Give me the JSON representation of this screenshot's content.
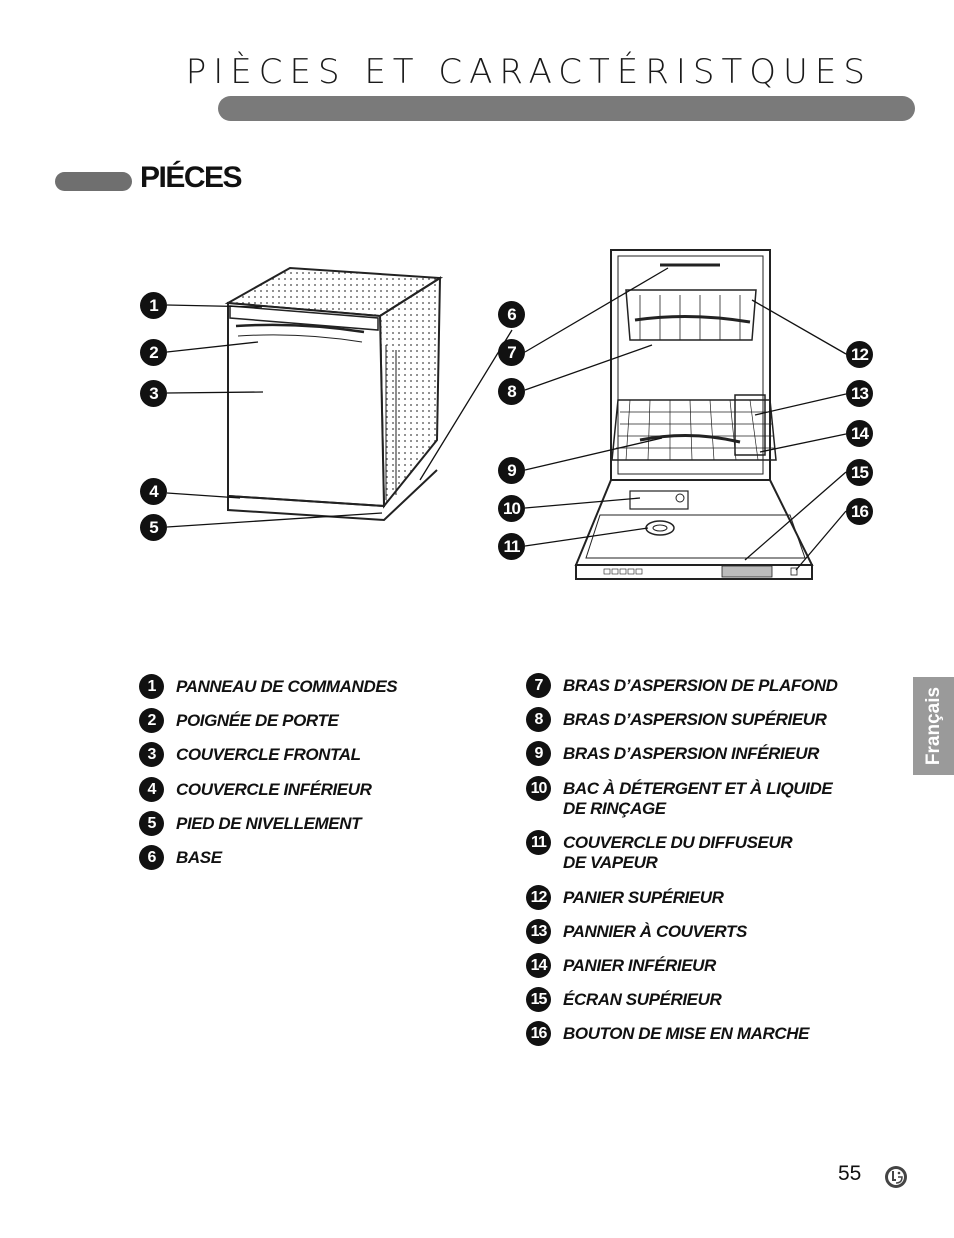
{
  "header": {
    "title": "PIÈCES ET CARACTÉRISTQUES"
  },
  "section": {
    "title": "PIÉCES"
  },
  "callouts": [
    "1",
    "2",
    "3",
    "4",
    "5",
    "6",
    "7",
    "8",
    "9",
    "10",
    "11",
    "12",
    "13",
    "14",
    "15",
    "16"
  ],
  "parts": [
    {
      "num": "1",
      "label": "PANNEAU DE COMMANDES"
    },
    {
      "num": "2",
      "label": "POIGNÉE DE PORTE"
    },
    {
      "num": "3",
      "label": "COUVERCLE FRONTAL"
    },
    {
      "num": "4",
      "label": "COUVERCLE INFÉRIEUR"
    },
    {
      "num": "5",
      "label": "PIED DE NIVELLEMENT"
    },
    {
      "num": "6",
      "label": "BASE"
    },
    {
      "num": "7",
      "label": "BRAS D’ASPERSION DE PLAFOND"
    },
    {
      "num": "8",
      "label": "BRAS D’ASPERSION SUPÉRIEUR"
    },
    {
      "num": "9",
      "label": "BRAS D’ASPERSION INFÉRIEUR"
    },
    {
      "num": "10",
      "label": "BAC À DÉTERGENT ET À LIQUIDE\nDE RINÇAGE"
    },
    {
      "num": "11",
      "label": "COUVERCLE DU DIFFUSEUR\nDE VAPEUR"
    },
    {
      "num": "12",
      "label": "PANIER SUPÉRIEUR"
    },
    {
      "num": "13",
      "label": "PANNIER À COUVERTS"
    },
    {
      "num": "14",
      "label": "PANIER INFÉRIEUR"
    },
    {
      "num": "15",
      "label": "ÉCRAN SUPÉRIEUR"
    },
    {
      "num": "16",
      "label": "BOUTON DE MISE EN MARCHE"
    }
  ],
  "side_tab": {
    "label": "Français"
  },
  "footer": {
    "page_number": "55",
    "logo_icon": "lg-logo-icon"
  },
  "colors": {
    "title_bar": "#7a7a7a",
    "side_tab": "#9a9a9a",
    "text": "#111111"
  }
}
